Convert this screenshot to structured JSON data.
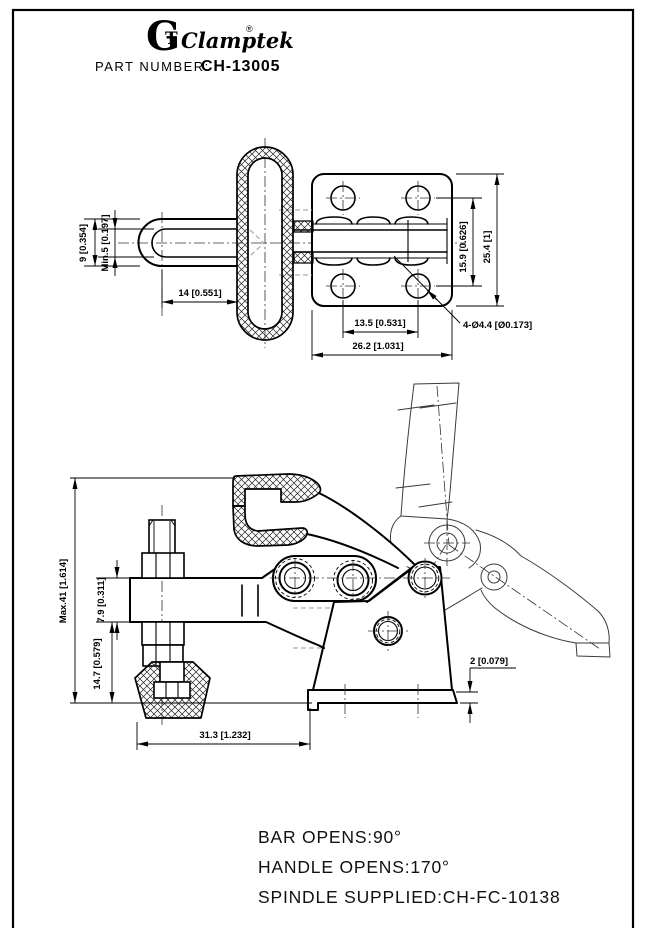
{
  "header": {
    "logo_monogram": "G",
    "logo_monogram_inner": "T",
    "brand": "Clamptek",
    "registered": "®",
    "part_number_label": "PART NUMBER:",
    "part_number": "CH-13005"
  },
  "top_view": {
    "dims": {
      "bar_width": "9 [0.354]",
      "bar_slot": "Min.5 [0.197]",
      "bar_reach": "14 [0.551]",
      "hole_spacing_v": "15.9 [0.626]",
      "base_height": "25.4 [1]",
      "hole_spacing_h": "13.5 [0.531]",
      "base_width": "26.2 [1.031]",
      "holes_note": "4-Ø4.4 [Ø0.173]"
    }
  },
  "side_view": {
    "dims": {
      "max_height": "Max.41 [1.614]",
      "bar_thickness": "7.9 [0.311]",
      "spindle_drop": "14.7 [0.579]",
      "base_thickness": "2 [0.079]",
      "overall_length": "31.3 [1.232]"
    }
  },
  "notes": {
    "bar_opens": "BAR OPENS:90°",
    "handle_opens": "HANDLE OPENS:170°",
    "spindle_supplied": "SPINDLE SUPPLIED:CH-FC-10138"
  },
  "colors": {
    "line": "#000000",
    "hidden": "#999999",
    "background": "#ffffff"
  }
}
